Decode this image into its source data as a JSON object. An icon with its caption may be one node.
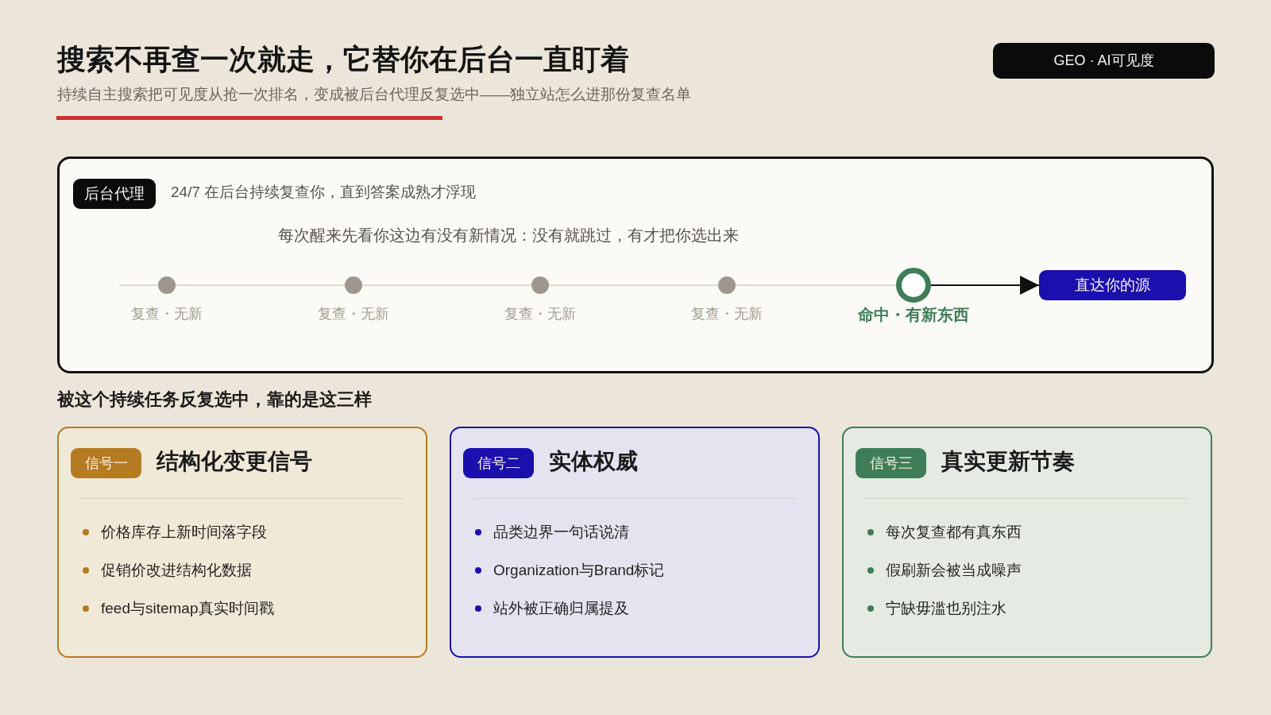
{
  "diagram": {
    "title": "搜索不再查一次就走，它替你在后台一直盯着",
    "nodes": [
      {
        "text": [
          "GEO · AI可见度"
        ]
      },
      {
        "text": [
          "24/7 在后台持续复查你，直到答案成熟才浮现",
          "每次醒来先看你这边有没有新情况：没有就跳过，有才把你选出来"
        ]
      },
      {
        "text": [
          "后台代理"
        ],
        "in": 1
      },
      {
        "text": [],
        "shape": "circle",
        "in": 1,
        "beside": [
          "复查・无新"
        ]
      },
      {
        "text": [],
        "shape": "circle",
        "in": 1,
        "beside": [
          "复查・无新"
        ]
      },
      {
        "text": [],
        "shape": "circle",
        "in": 1,
        "beside": [
          "复查・无新"
        ]
      },
      {
        "text": [],
        "shape": "circle",
        "in": 1,
        "beside": [
          "复查・无新"
        ]
      },
      {
        "text": [],
        "shape": "ring",
        "in": 1,
        "beside": [
          "命中・有新东西"
        ]
      },
      {
        "text": [
          "直达你的源"
        ],
        "in": 1
      },
      {
        "text": [
          "结构化变更信号",
          "价格库存上新时间落字段",
          "促销价改进结构化数据",
          "feed与sitemap真实时间戳"
        ]
      },
      {
        "text": [
          "信号一"
        ],
        "in": 9
      },
      {
        "text": [
          "实体权威",
          "品类边界一句话说清",
          "Organization与Brand标记",
          "站外被正确归属提及"
        ]
      },
      {
        "text": [
          "信号二"
        ],
        "in": 11
      },
      {
        "text": [
          "真实更新节奏",
          "每次复查都有真东西",
          "假刷新会被当成噪声",
          "宁缺毋滥也别注水"
        ]
      },
      {
        "text": [
          "信号三"
        ],
        "in": 13
      }
    ],
    "edges": [
      {
        "from": 3,
        "to": 4,
        "arrow": "none"
      },
      {
        "from": 4,
        "to": 5,
        "arrow": "none"
      },
      {
        "from": 5,
        "to": 6,
        "arrow": "none"
      },
      {
        "from": 6,
        "to": 7,
        "arrow": "none"
      },
      {
        "from": 7,
        "to": 8,
        "arrow": "to",
        "color": "#111111"
      }
    ],
    "labels": [
      "持续自主搜索把可见度从抢一次排名，变成被后台代理反复选中——独立站怎么进那份复查名单",
      "被这个持续任务反复选中，靠的是这三样"
    ]
  }
}
